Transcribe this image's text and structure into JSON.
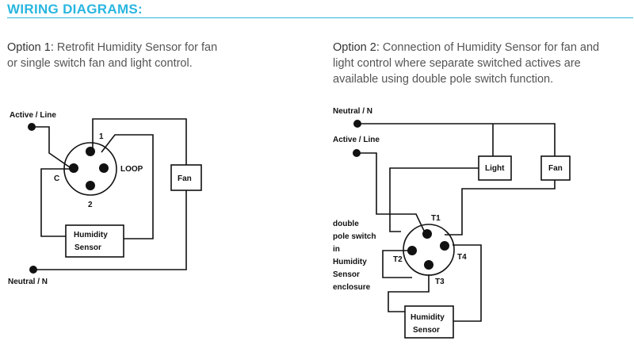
{
  "header": {
    "title": "WIRING DIAGRAMS:"
  },
  "option1": {
    "label": "Option 1:",
    "text_line1": " Retrofit Humidity Sensor for fan",
    "text_line2": "or single switch fan and light control.",
    "diagram": {
      "active_label": "Active / Line",
      "neutral_label": "Neutral / N",
      "terminal_1": "1",
      "terminal_2": "2",
      "terminal_c": "C",
      "loop_label": "LOOP",
      "fan_label": "Fan",
      "sensor_line1": "Humidity",
      "sensor_line2": "Sensor"
    }
  },
  "option2": {
    "label": "Option 2:",
    "text_line1": " Connection of Humidity Sensor for fan and",
    "text_line2": "light control where separate switched actives are",
    "text_line3": "available using double pole switch function.",
    "diagram": {
      "neutral_label": "Neutral / N",
      "active_label": "Active / Line",
      "light_label": "Light",
      "fan_label": "Fan",
      "t1": "T1",
      "t2": "T2",
      "t3": "T3",
      "t4": "T4",
      "note_lines": [
        "double",
        "pole switch",
        "in",
        "Humidity",
        "Sensor",
        "enclosure"
      ],
      "sensor_line1": "Humidity",
      "sensor_line2": "Sensor"
    }
  }
}
